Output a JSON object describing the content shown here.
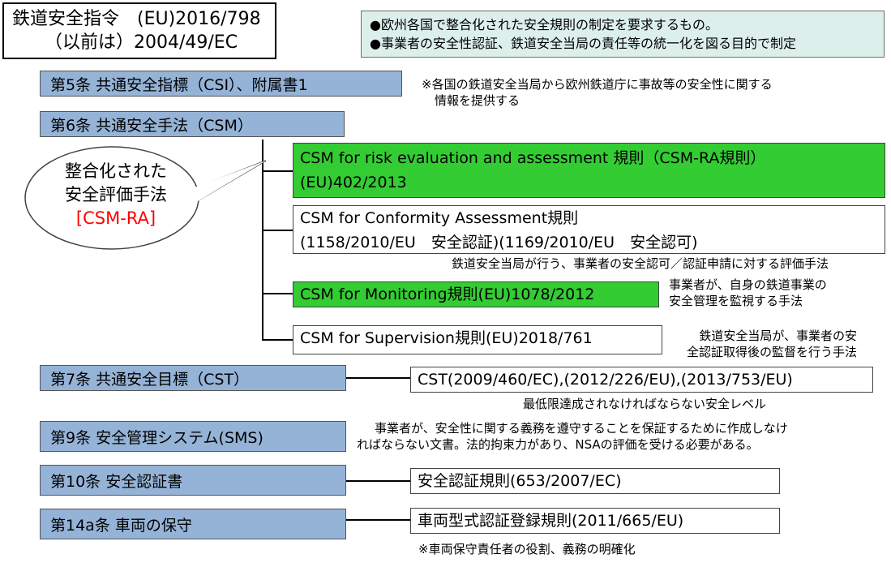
{
  "title": {
    "line1": "鉄道安全指令　(EU)2016/798",
    "line2": "（以前は）2004/49/EC"
  },
  "top_note": {
    "line1": "●欧州各国で整合化された安全規則の制定を要求するもの。",
    "line2": "●事業者の安全性認証、鉄道安全当局の責任等の統一化を図る目的で制定"
  },
  "articles": {
    "a5": "第5条 共通安全指標（CSI）、附属書1",
    "a6": "第6条 共通安全手法（CSM）",
    "a7": "第7条 共通安全目標（CST）",
    "a9": "第9条 安全管理システム(SMS)",
    "a10": "第10条 安全認証書",
    "a14": "第14a条 車両の保守"
  },
  "a5_note": {
    "line1": "※各国の鉄道安全当局から欧州鉄道庁に事故等の安全性に関する",
    "line2": "情報を提供する"
  },
  "callout": {
    "line1": "整合化された",
    "line2": "安全評価手法",
    "line3": "[CSM-RA]"
  },
  "csm": {
    "ra_line1": "CSM for risk evaluation and assessment 規則（CSM-RA規則）",
    "ra_line2": "(EU)402/2013",
    "ca_line1": "CSM for Conformity Assessment規則",
    "ca_line2": "(1158/2010/EU　安全認証)(1169/2010/EU　安全認可)",
    "ca_note": "鉄道安全当局が行う、事業者の安全認可／認証申請に対する評価手法",
    "mon": "CSM for Monitoring規則(EU)1078/2012",
    "mon_note1": "事業者が、自身の鉄道事業の",
    "mon_note2": "安全管理を監視する手法",
    "sup": "CSM for Supervision規則(EU)2018/761",
    "sup_note1": "鉄道安全当局が、事業者の安",
    "sup_note2": "全認証取得後の監督を行う手法"
  },
  "cst": {
    "box": "CST(2009/460/EC),(2012/226/EU),(2013/753/EU)",
    "note": "最低限達成されなければならない安全レベル"
  },
  "sms_note": {
    "line1": "事業者が、安全性に関する義務を遵守することを保証するために作成しなけ",
    "line2": "ればならない文書。法的拘束力があり、NSAの評価を受ける必要がある。"
  },
  "cert": {
    "box": "安全認証規則(653/2007/EC)"
  },
  "vehicle": {
    "box": "車両型式認証登録規則(2011/665/EU)",
    "note": "※車両保守責任者の役割、義務の明確化"
  },
  "colors": {
    "article": "#95b3d7",
    "green": "#33cc33",
    "note_bg": "#dcefeb",
    "red": "#ff0000"
  }
}
